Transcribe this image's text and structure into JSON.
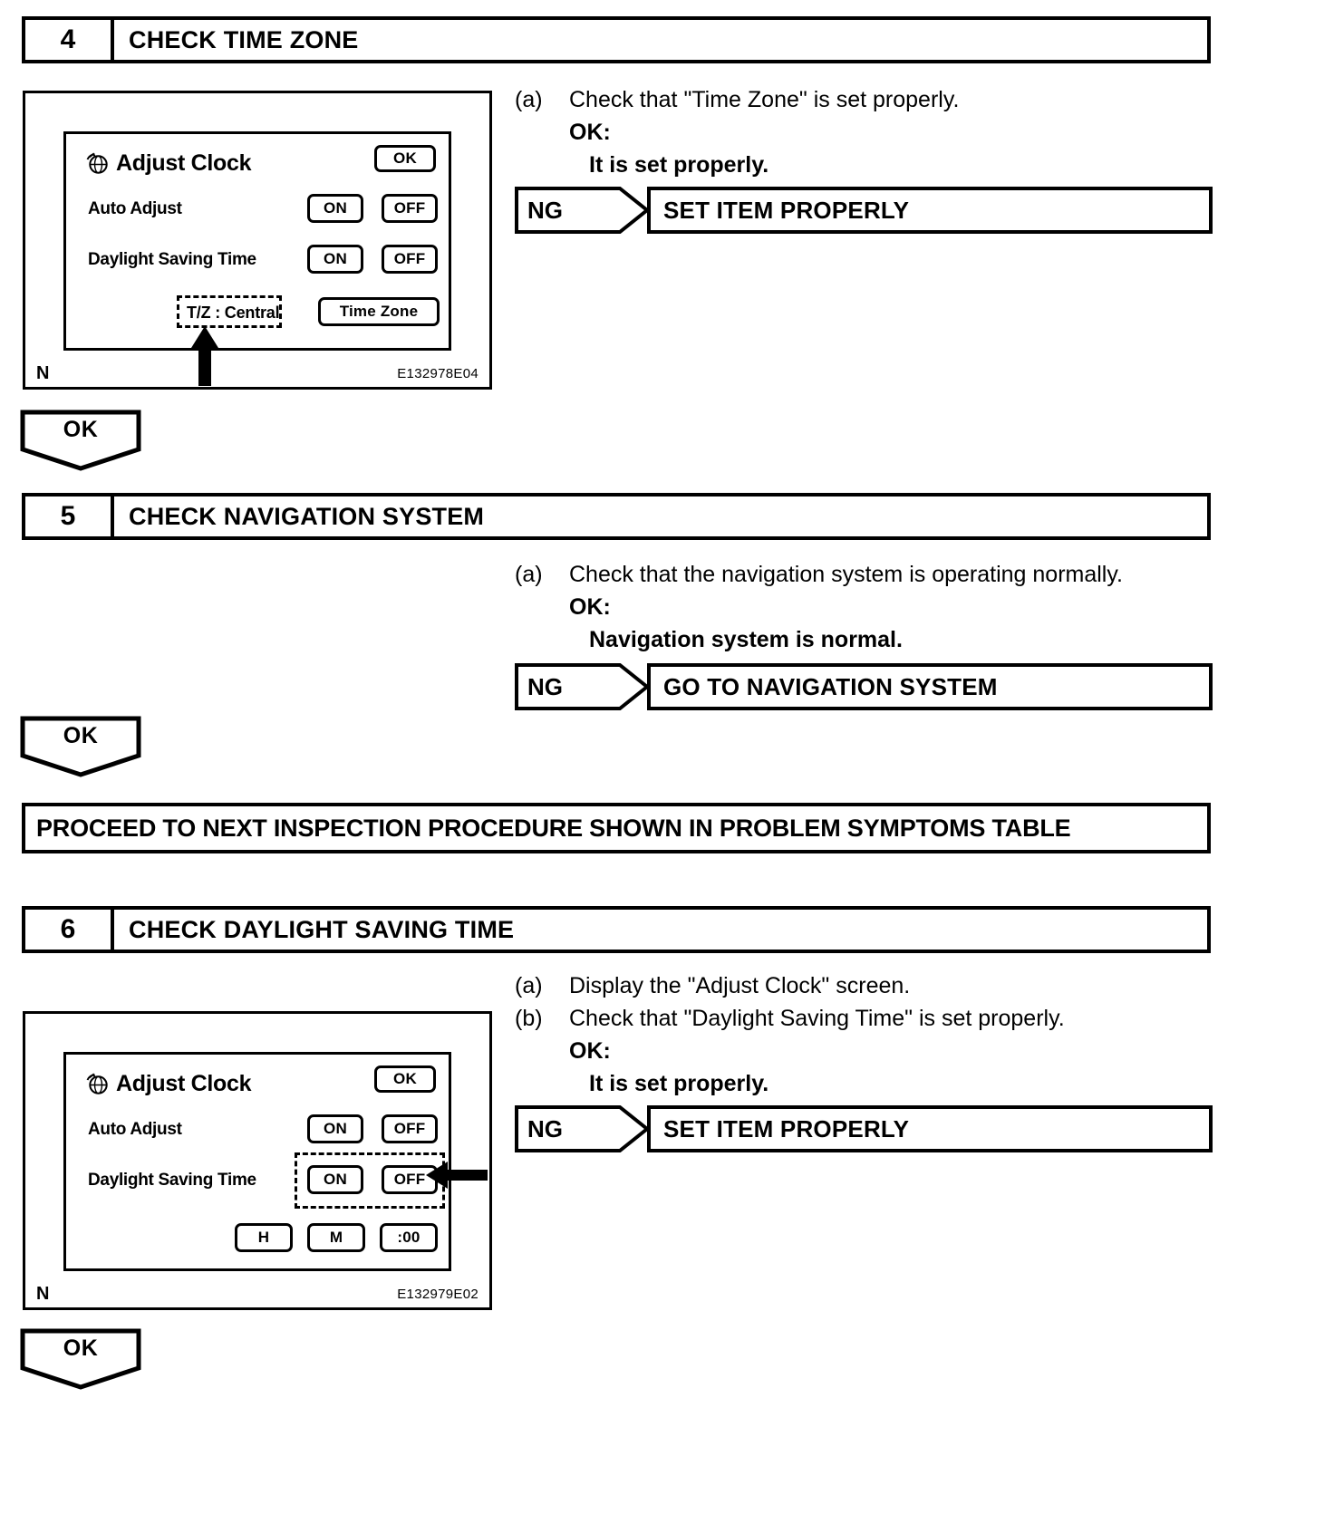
{
  "steps": [
    {
      "number": "4",
      "title": "CHECK TIME ZONE",
      "figure": {
        "code": "E132978E04",
        "corner_label": "N",
        "screen_title": "Adjust Clock",
        "ok_button": "OK",
        "rows": [
          {
            "label": "Auto Adjust",
            "on": "ON",
            "off": "OFF"
          },
          {
            "label": "Daylight Saving Time",
            "on": "ON",
            "off": "OFF"
          }
        ],
        "timezone_value": "T/Z : Central",
        "timezone_button": "Time Zone",
        "highlight": "timezone-value",
        "pointer": "arrow-up"
      },
      "procedure": [
        {
          "marker": "(a)",
          "text": "Check that \"Time Zone\" is set properly."
        }
      ],
      "ok_label": "OK:",
      "ok_value": "It is set properly.",
      "ng_tag": "NG",
      "ng_action": "SET ITEM PROPERLY",
      "pennant": "OK"
    },
    {
      "number": "5",
      "title": "CHECK NAVIGATION SYSTEM",
      "procedure": [
        {
          "marker": "(a)",
          "text": "Check that the navigation system is operating normally."
        }
      ],
      "ok_label": "OK:",
      "ok_value": "Navigation system is normal.",
      "ng_tag": "NG",
      "ng_action": "GO TO NAVIGATION SYSTEM",
      "pennant": "OK"
    },
    {
      "number": "6",
      "title": "CHECK DAYLIGHT SAVING TIME",
      "figure": {
        "code": "E132979E02",
        "corner_label": "N",
        "screen_title": "Adjust Clock",
        "ok_button": "OK",
        "rows": [
          {
            "label": "Auto Adjust",
            "on": "ON",
            "off": "OFF"
          },
          {
            "label": "Daylight Saving Time",
            "on": "ON",
            "off": "OFF"
          }
        ],
        "time_buttons": [
          "H",
          "M",
          ":00"
        ],
        "highlight": "daylight-saving-buttons",
        "pointer": "arrow-left"
      },
      "procedure": [
        {
          "marker": "(a)",
          "text": "Display the \"Adjust Clock\" screen."
        },
        {
          "marker": "(b)",
          "text": "Check that \"Daylight Saving Time\" is set properly."
        }
      ],
      "ok_label": "OK:",
      "ok_value": "It is set properly.",
      "ng_tag": "NG",
      "ng_action": "SET ITEM PROPERLY",
      "pennant": "OK"
    }
  ],
  "banner": {
    "text": "PROCEED TO NEXT INSPECTION PROCEDURE SHOWN IN PROBLEM SYMPTOMS TABLE"
  },
  "colors": {
    "ink": "#000000",
    "paper": "#ffffff"
  }
}
